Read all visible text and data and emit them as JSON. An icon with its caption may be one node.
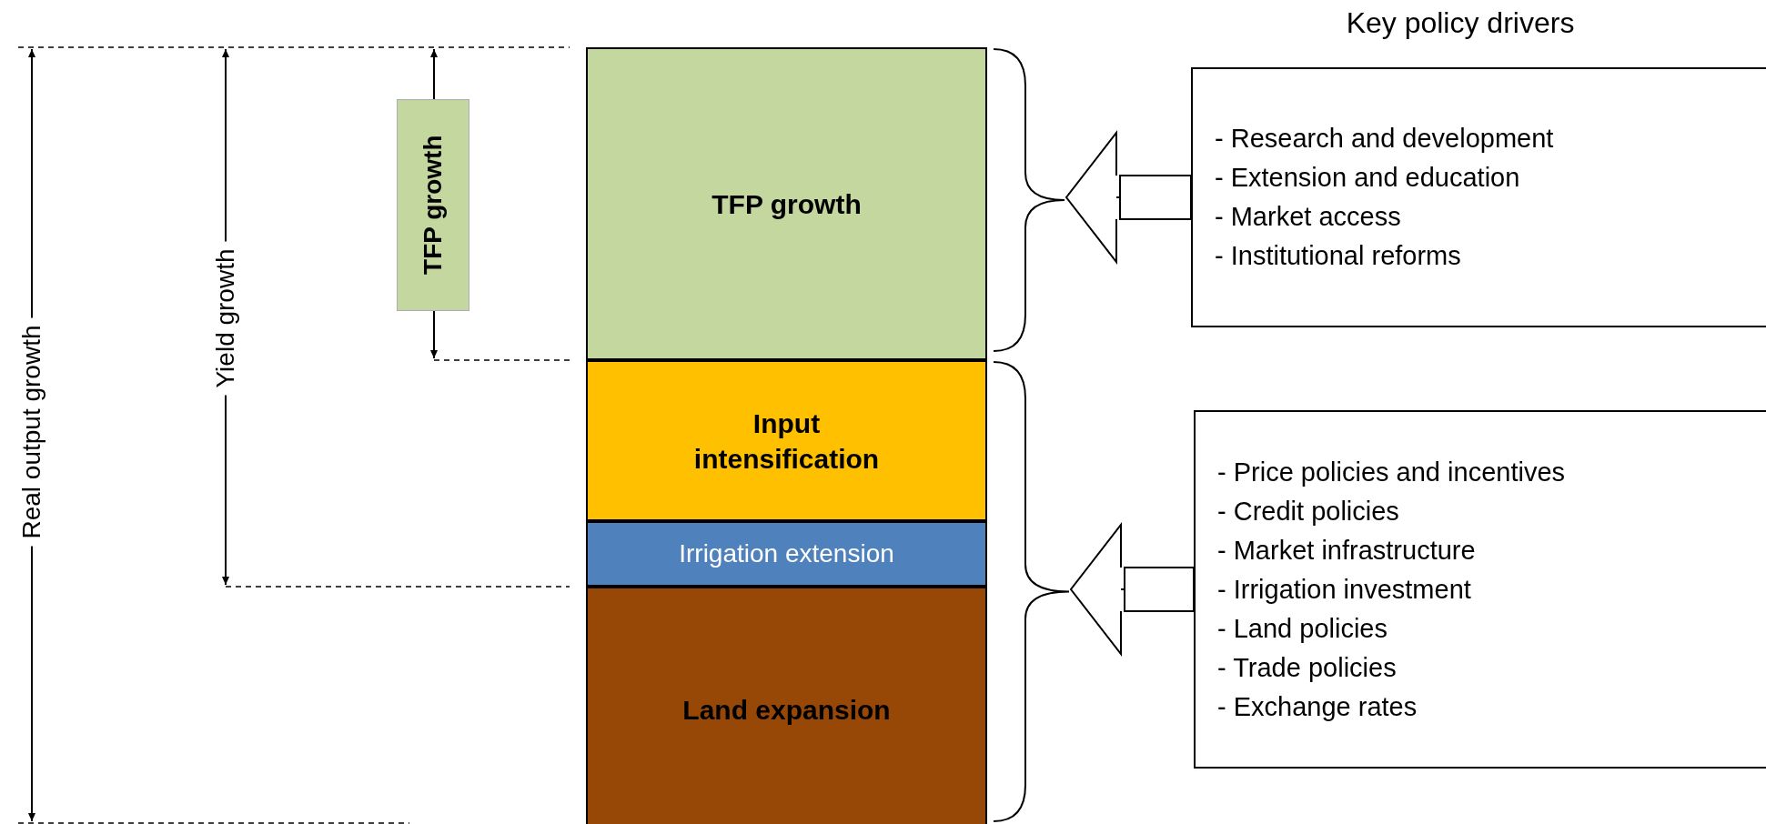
{
  "diagram": {
    "nodes": [
      {
        "text": [
          "TFP growth"
        ]
      },
      {
        "text": [
          "Input intensification"
        ]
      },
      {
        "text": [
          "Irrigation extension"
        ]
      },
      {
        "text": [
          "Land expansion"
        ]
      },
      {
        "text": [
          "TFP growth"
        ]
      },
      {
        "text": [
          "- Research and development",
          "- Extension and education",
          "- Market access",
          "- Institutional reforms"
        ]
      },
      {
        "text": [
          "- Price policies and incentives",
          "- Credit policies",
          "- Market infrastructure",
          "- Irrigation investment",
          "- Land policies",
          "- Trade policies",
          "- Exchange rates"
        ]
      },
      {
        "text": [],
        "shape": "brace"
      },
      {
        "text": [],
        "shape": "brace"
      }
    ],
    "edges": [
      {
        "from": 5,
        "to": 7,
        "arrow": "to"
      },
      {
        "from": 6,
        "to": 8,
        "arrow": "to"
      }
    ],
    "labels": [
      "Key policy drivers",
      "Real output growth",
      "Yield growth"
    ]
  }
}
